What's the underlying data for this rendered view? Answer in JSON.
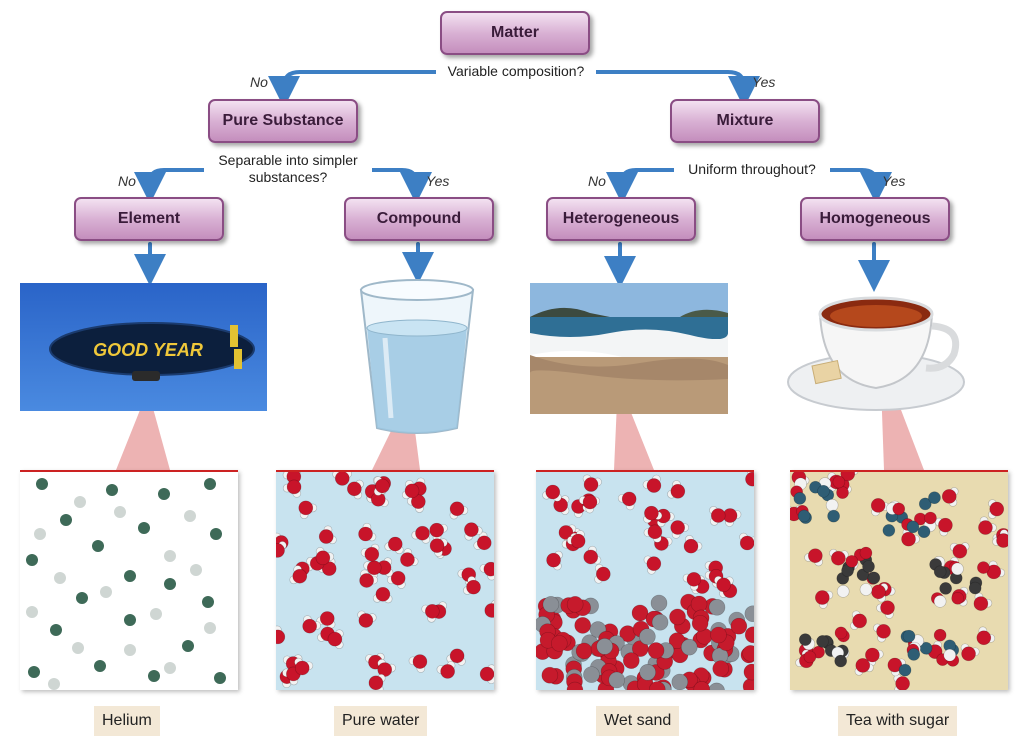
{
  "nodes": {
    "matter": "Matter",
    "pure_substance": "Pure Substance",
    "mixture": "Mixture",
    "element": "Element",
    "compound": "Compound",
    "heterogeneous": "Heterogeneous",
    "homogeneous": "Homogeneous"
  },
  "questions": {
    "variable_composition": "Variable composition?",
    "separable_line1": "Separable into simpler",
    "separable_line2": "substances?",
    "uniform": "Uniform throughout?"
  },
  "answers": {
    "no": "No",
    "yes": "Yes"
  },
  "examples": {
    "helium": "Helium",
    "pure_water": "Pure water",
    "wet_sand": "Wet sand",
    "tea_with_sugar": "Tea with sugar"
  },
  "blimp_logo": "GOOD YEAR",
  "colors": {
    "box_fill": "#d9b1d4",
    "box_border": "#8a4d84",
    "arrow": "#3d7fc4",
    "caption_bg": "#f3e8d6",
    "callout": "#e8a0a0"
  }
}
